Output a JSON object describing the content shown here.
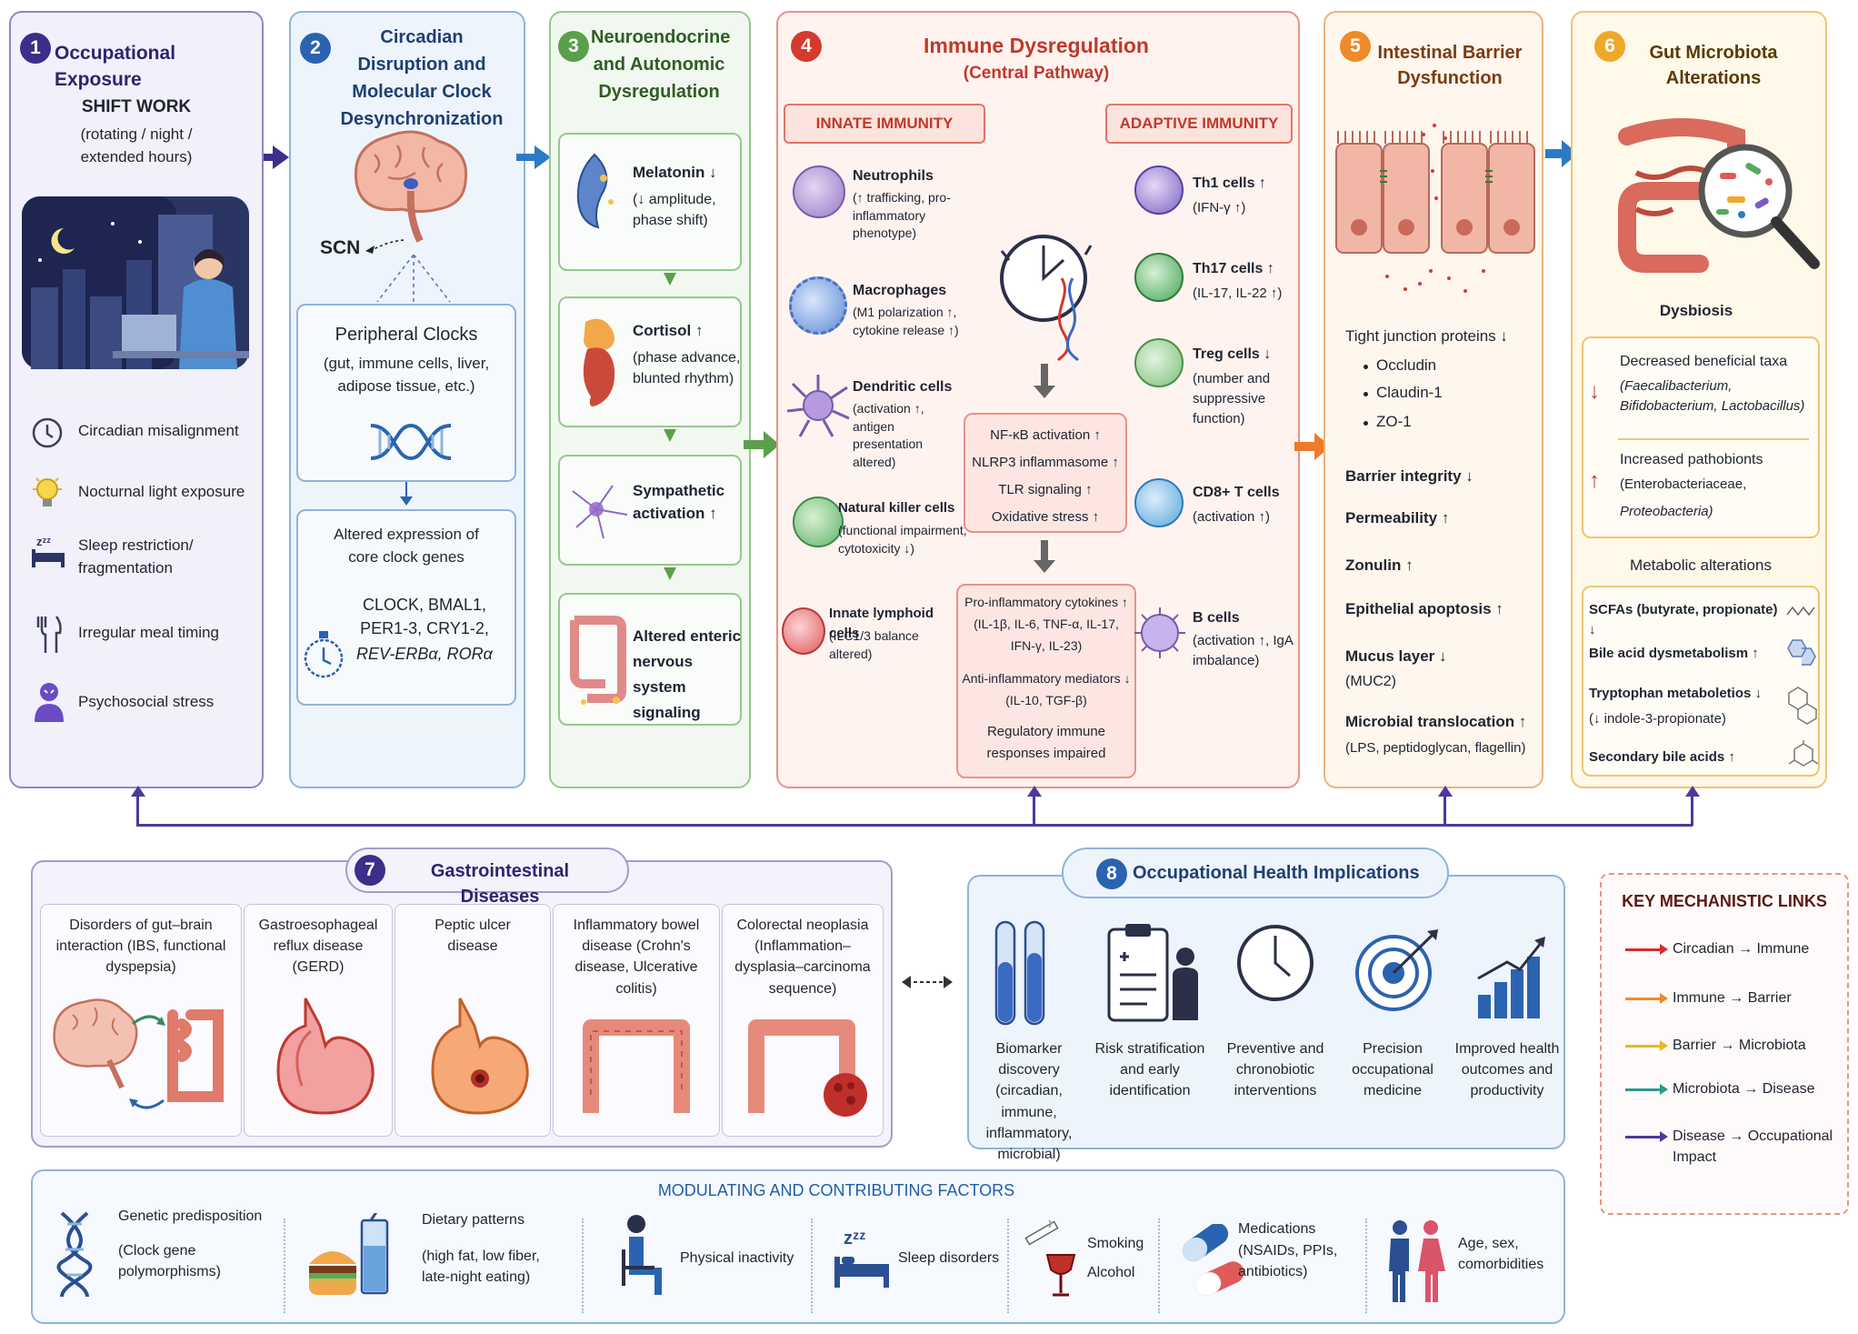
{
  "p1": {
    "num": "1",
    "title": "Occupational Exposure",
    "shift_title": "SHIFT WORK",
    "shift_sub": "(rotating / night / extended hours)",
    "items": [
      "Circadian misalignment",
      "Nocturnal light exposure",
      "Sleep restriction/ fragmentation",
      "Irregular meal timing",
      "Psychosocial stress"
    ]
  },
  "p2": {
    "num": "2",
    "title": "Circadian Disruption and Molecular Clock Desynchronization",
    "scn": "SCN",
    "periph_title": "Peripheral Clocks",
    "periph_sub": "(gut, immune cells, liver, adipose tissue, etc.)",
    "altered_title": "Altered expression of core clock genes",
    "genes": "CLOCK, BMAL1, PER1-3, CRY1-2,",
    "genes_it": "REV-ERBα, RORα"
  },
  "p3": {
    "num": "3",
    "title": "Neuroendocrine and Autonomic Dysregulation",
    "items": [
      {
        "t": "Melatonin ↓",
        "s": "(↓ amplitude, phase shift)"
      },
      {
        "t": "Cortisol ↑",
        "s": "(phase advance, blunted rhythm)"
      },
      {
        "t": "Sympathetic activation ↑",
        "s": ""
      },
      {
        "t": "Altered enteric nervous system signaling",
        "s": ""
      }
    ]
  },
  "p4": {
    "num": "4",
    "title": "Immune Dysregulation",
    "subtitle": "(Central Pathway)",
    "innate": "INNATE IMMUNITY",
    "adaptive": "ADAPTIVE IMMUNITY",
    "innate_cells": [
      {
        "t": "Neutrophils",
        "s": "(↑ trafficking, pro-inflammatory phenotype)"
      },
      {
        "t": "Macrophages",
        "s": "(M1 polarization ↑, cytokine release ↑)"
      },
      {
        "t": "Dendritic cells",
        "s": "(activation ↑, antigen presentation altered)"
      },
      {
        "t": "Natural killer cells",
        "s": "(functional impairment, cytotoxicity ↓)"
      },
      {
        "t": "Innate lymphoid cells",
        "s": "(ILC1/3 balance altered)"
      }
    ],
    "adaptive_cells": [
      {
        "t": "Th1 cells ↑",
        "s": "(IFN-γ ↑)"
      },
      {
        "t": "Th17 cells ↑",
        "s": "(IL-17, IL-22 ↑)"
      },
      {
        "t": "Treg cells ↓",
        "s": "(number and suppressive function)"
      },
      {
        "t": "CD8+ T cells",
        "s": "(activation ↑)"
      },
      {
        "t": "B cells",
        "s": "(activation ↑, IgA imbalance)"
      }
    ],
    "signals": [
      "NF-κB activation ↑",
      "NLRP3 inflammasome ↑",
      "TLR signaling ↑",
      "Oxidative stress ↑"
    ],
    "cytokines": [
      "Pro-inflammatory cytokines ↑",
      "(IL-1β, IL-6, TNF-α, IL-17,",
      "IFN-γ, IL-23)",
      "Anti-inflammatory mediators ↓",
      "(IL-10, TGF-β)",
      "Regulatory immune",
      "responses impaired"
    ]
  },
  "p5": {
    "num": "5",
    "title": "Intestinal Barrier Dysfunction",
    "tj": "Tight junction proteins ↓",
    "tj_items": [
      "Occludin",
      "Claudin-1",
      "ZO-1"
    ],
    "items": [
      "Barrier integrity ↓",
      "Permeability ↑",
      "Zonulin ↑",
      "Epithelial apoptosis ↑",
      "Mucus layer ↓"
    ],
    "muc": "(MUC2)",
    "mt": "Microbial translocation ↑",
    "mt_sub": "(LPS, peptidoglycan, flagellin)"
  },
  "p6": {
    "num": "6",
    "title": "Gut Microbiota Alterations",
    "dysbiosis": "Dysbiosis",
    "dec": "Decreased beneficial taxa",
    "dec_it": "(Faecalibacterium, Bifidobacterium, Lactobacillus)",
    "inc": "Increased pathobionts",
    "inc_it1": "(Enterobacteriaceae,",
    "inc_it2": "Proteobacteria)",
    "meta_title": "Metabolic alterations",
    "meta": [
      "SCFAs (butyrate, propionate) ↓",
      "Bile acid dysmetabolism ↑",
      "Tryptophan metaboletios ↓",
      "(↓ indole-3-propionate)",
      "Secondary bile acids ↑"
    ]
  },
  "p7": {
    "num": "7",
    "title": "Gastrointestinal Diseases",
    "items": [
      "Disorders of gut–brain interaction (IBS, functional dyspepsia)",
      "Gastroesophageal reflux disease (GERD)",
      "Peptic ulcer disease",
      "Inflammatory bowel disease (Crohn's disease, Ulcerative colitis)",
      "Colorectal neoplasia (Inflammation–dysplasia–carcinoma sequence)"
    ]
  },
  "p8": {
    "num": "8",
    "title": "Occupational Health Implications",
    "items": [
      "Biomarker discovery (circadian, immune, inflammatory, microbial)",
      "Risk stratification and early identification",
      "Preventive and chronobiotic interventions",
      "Precision occupational medicine",
      "Improved health outcomes and productivity"
    ]
  },
  "key": {
    "title": "KEY MECHANISTIC LINKS",
    "items": [
      {
        "label": "Circadian → Immune",
        "color": "#d62c2c"
      },
      {
        "label": "Immune → Barrier",
        "color": "#ee8a2a"
      },
      {
        "label": "Barrier → Microbiota",
        "color": "#e8b62a"
      },
      {
        "label": "Microbiota → Disease",
        "color": "#2a9a8a"
      },
      {
        "label": "Disease → Occupational Impact",
        "color": "#4b3a9a"
      }
    ]
  },
  "mod": {
    "title": "MODULATING AND CONTRIBUTING FACTORS",
    "items": [
      {
        "t": "Genetic predisposition",
        "s": "(Clock gene polymorphisms)"
      },
      {
        "t": "Dietary patterns",
        "s": "(high fat, low fiber, late-night eating)"
      },
      {
        "t": "Physical inactivity",
        "s": ""
      },
      {
        "t": "Sleep disorders",
        "s": ""
      },
      {
        "t": "Smoking",
        "s": "Alcohol"
      },
      {
        "t": "Medications",
        "s": "(NSAIDs, PPIs, antibiotics)"
      },
      {
        "t": "Age, sex, comorbidities",
        "s": ""
      }
    ]
  }
}
